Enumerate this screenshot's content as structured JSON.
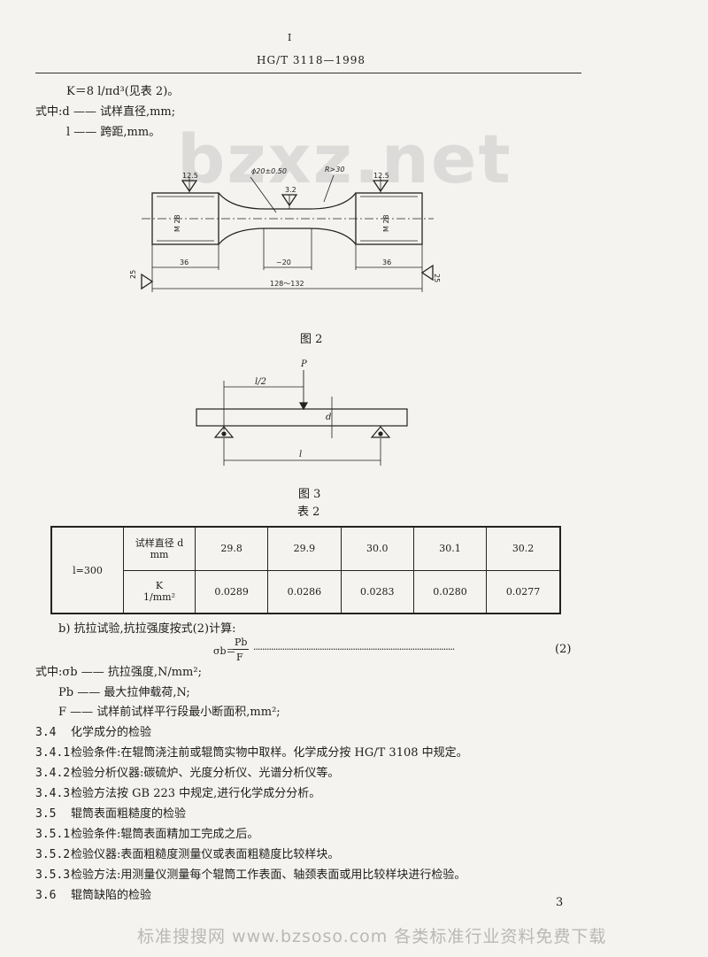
{
  "header": {
    "page_mark": "I",
    "standard_code": "HG/T 3118—1998"
  },
  "intro": {
    "formula_k": "K＝8 l/πd³(见表 2)。",
    "where_d": "式中:d —— 试样直径,mm;",
    "where_l": "l —— 跨距,mm。"
  },
  "figure2": {
    "caption": "图 2",
    "roughness_left": "12.5",
    "roughness_right": "12.5",
    "roughness_center": "3.2",
    "diameter": "ϕ20±0.50",
    "radius": "R>30",
    "thread_left": "M 28",
    "thread_right": "M 28",
    "len_left": "36",
    "len_right": "36",
    "len_center": "~20",
    "len_total": "128～132",
    "angle_left": "25",
    "angle_right": "25"
  },
  "figure3": {
    "caption": "图 3",
    "load": "P",
    "half_span": "l/2",
    "span": "l",
    "diameter": "d"
  },
  "table2": {
    "title": "表 2",
    "span_label": "l=300",
    "row1_header_line1": "试样直径 d",
    "row1_header_line2": "mm",
    "row2_header_line1": "K",
    "row2_header_line2": "1/mm²",
    "diameters": [
      "29.8",
      "29.9",
      "30.0",
      "30.1",
      "30.2"
    ],
    "k_values": [
      "0.0289",
      "0.0286",
      "0.0283",
      "0.0280",
      "0.0277"
    ]
  },
  "tensile": {
    "intro": "b) 抗拉试验,抗拉强度按式(2)计算:",
    "formula_lhs": "σb＝",
    "formula_num": "Pb",
    "formula_den": "F",
    "dots": "···························································································",
    "formula_no": "(2)",
    "where_sigma": "式中:σb —— 抗拉强度,N/mm²;",
    "where_p": "Pb —— 最大拉伸载荷,N;",
    "where_f": "F —— 试样前试样平行段最小断面积,mm²;"
  },
  "sections": [
    {
      "num": "3.4",
      "text": "化学成分的检验"
    },
    {
      "num": "3.4.1",
      "text": "检验条件:在辊筒浇注前或辊筒实物中取样。化学成分按 HG/T 3108 中规定。"
    },
    {
      "num": "3.4.2",
      "text": "检验分析仪器:碳硫炉、光度分析仪、光谱分析仪等。"
    },
    {
      "num": "3.4.3",
      "text": "检验方法按 GB 223 中规定,进行化学成分分析。"
    },
    {
      "num": "3.5",
      "text": "辊筒表面粗糙度的检验"
    },
    {
      "num": "3.5.1",
      "text": "检验条件:辊筒表面精加工完成之后。"
    },
    {
      "num": "3.5.2",
      "text": "检验仪器:表面粗糙度测量仪或表面粗糙度比较样块。"
    },
    {
      "num": "3.5.3",
      "text": "检验方法:用测量仪测量每个辊筒工作表面、轴颈表面或用比较样块进行检验。"
    },
    {
      "num": "3.6",
      "text": "辊筒缺陷的检验"
    }
  ],
  "footer": {
    "page_number": "3",
    "watermark_bottom": "标准搜搜网 www.bzsoso.com 各类标准行业资料免费下载",
    "watermark_top": "bzxz.net"
  }
}
